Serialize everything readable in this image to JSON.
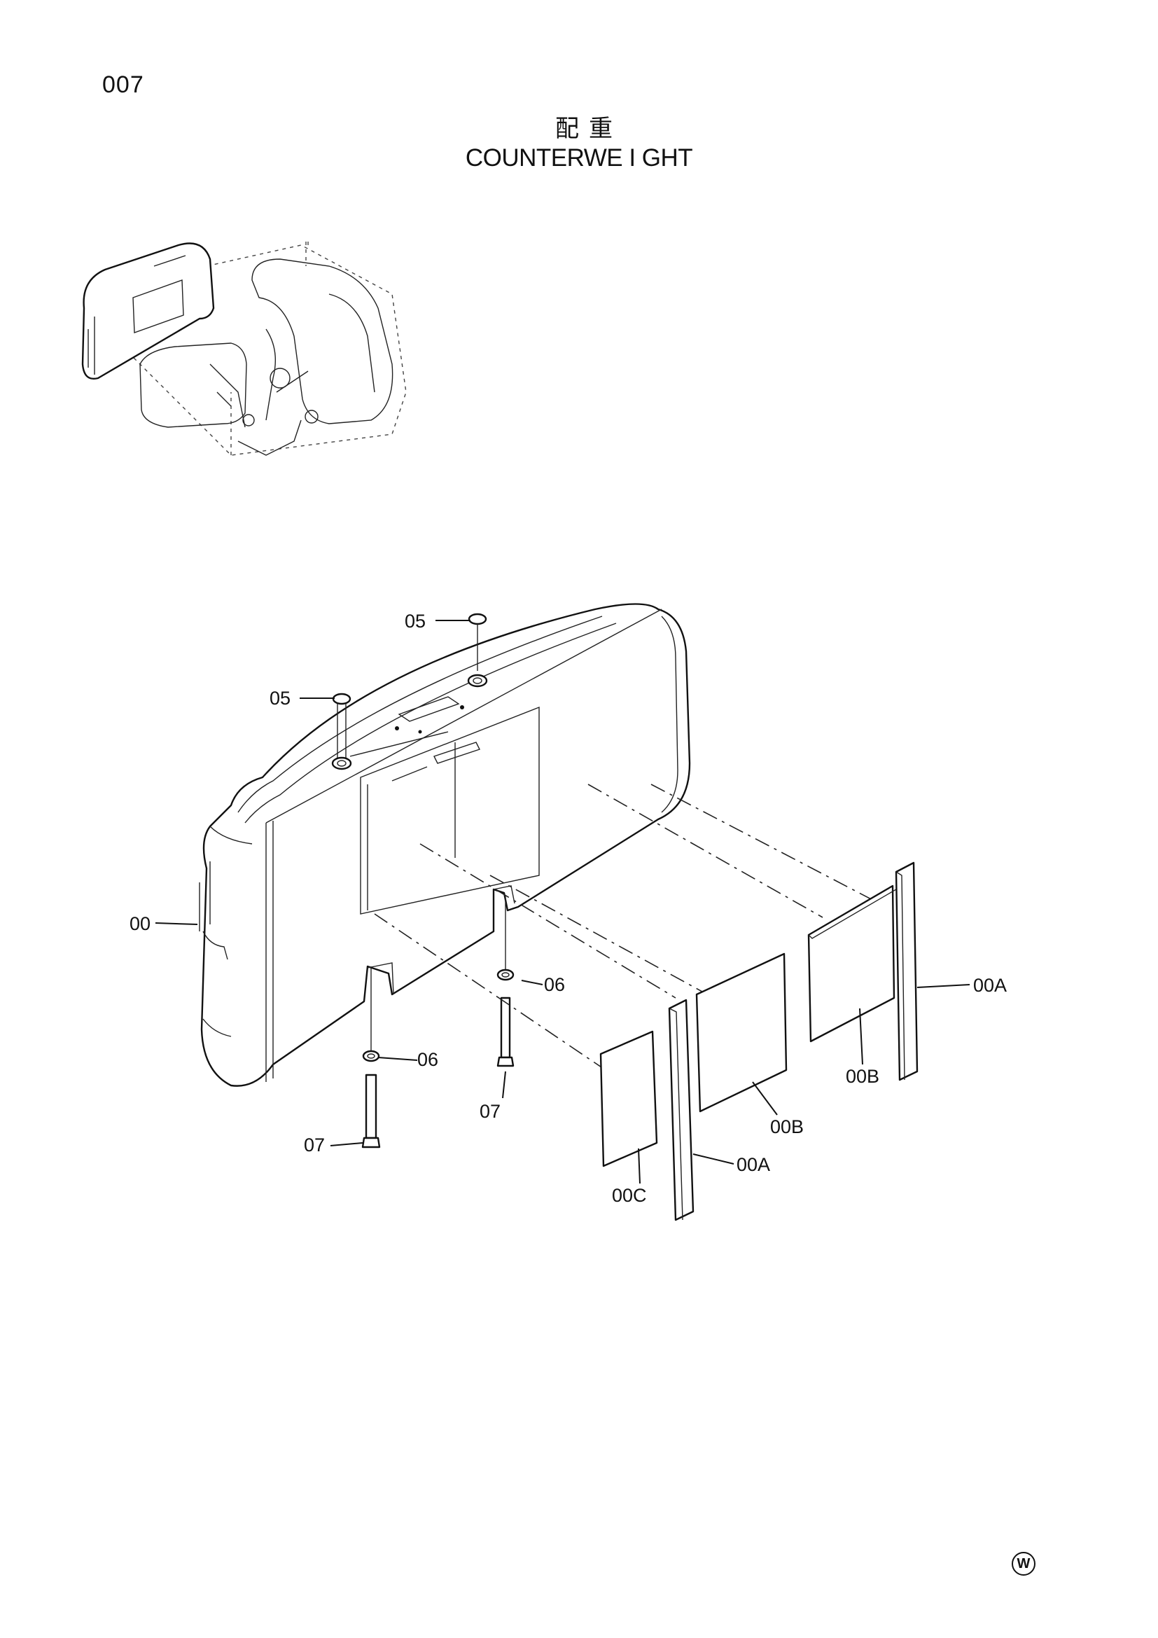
{
  "page": {
    "number": "007",
    "title_jp": "配重",
    "title_en": "COUNTERWE I GHT"
  },
  "callouts": {
    "c05a": "05",
    "c05b": "05",
    "c00": "00",
    "c06a": "06",
    "c06b": "06",
    "c07a": "07",
    "c07b": "07",
    "c00A_right": "00A",
    "c00B_right": "00B",
    "c00B_mid": "00B",
    "c00A_mid": "00A",
    "c00C": "00C"
  },
  "mark": {
    "symbol": "W"
  }
}
